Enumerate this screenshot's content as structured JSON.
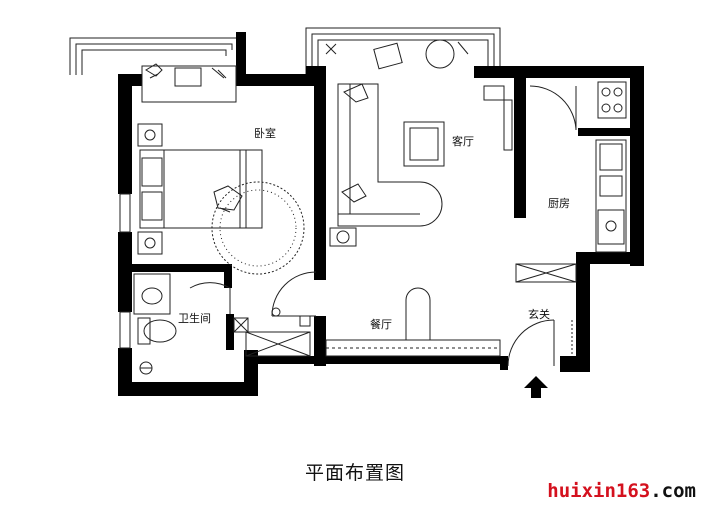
{
  "rooms": {
    "bedroom": "卧室",
    "living_room": "客厅",
    "kitchen": "厨房",
    "bathroom": "卫生间",
    "dining_room": "餐厅",
    "entrance": "玄关"
  },
  "title": "平面布置图",
  "watermark": {
    "main": "huixin163",
    "tail": ".com",
    "main_color": "#d4111e",
    "tail_color": "#111111"
  },
  "colors": {
    "wall": "#000000",
    "line": "#222222",
    "background": "#ffffff"
  }
}
